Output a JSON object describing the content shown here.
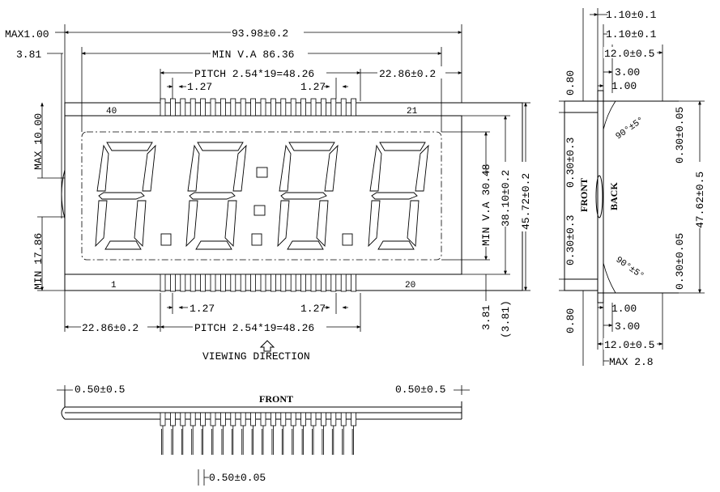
{
  "front_view": {
    "dims": {
      "max_thickness": "MAX1.00",
      "edge": "3.81",
      "overall_width": "93.98±0.2",
      "min_va_width": "MIN V.A 86.36",
      "pitch_top": "PITCH 2.54*19=48.26",
      "offset_top": "22.86±0.2",
      "pin_width_1": "1.27",
      "pin_width_2": "1.27",
      "max_pin_len": "MAX 10.00",
      "min_pin_len": "MIN 17.86",
      "offset_bottom": "22.86±0.2",
      "pitch_bottom": "PITCH 2.54*19=48.26",
      "pin_width_3": "1.27",
      "pin_width_4": "1.27",
      "min_va_height": "MIN V.A 30.48",
      "height_inner": "38.10±0.2",
      "height_overall": "45.72±0.2",
      "bottom_edge": "3.81",
      "bottom_edge_ref": "(3.81)"
    },
    "pin_labels": {
      "top_left": "40",
      "top_right": "21",
      "bottom_left": "1",
      "bottom_right": "20"
    },
    "caption": "VIEWING DIRECTION"
  },
  "side_view": {
    "dims": {
      "top_1": "1.10±0.1",
      "top_2": "1.10±0.1",
      "top_3": "12.0±0.5",
      "top_4": "3.00",
      "top_5": "1.00",
      "left_top": "0.80",
      "left_mid_1": "0.30±0.3",
      "left_mid_2": "0.30±0.3",
      "left_bottom": "0.80",
      "angle_top": "90°±5°",
      "angle_bottom": "90°±5°",
      "right_1": "0.30±0.05",
      "right_2": "47.62±0.5",
      "right_3": "0.30±0.05",
      "bot_1": "1.00",
      "bot_2": "3.00",
      "bot_3": "12.0±0.5",
      "bot_4": "MAX 2.8"
    },
    "label_front": "FRONT",
    "label_back": "BACK"
  },
  "bottom_view": {
    "dims": {
      "left": "0.50±0.5",
      "right": "0.50±0.5",
      "pin": "0.50±0.05"
    },
    "label": "FRONT"
  }
}
